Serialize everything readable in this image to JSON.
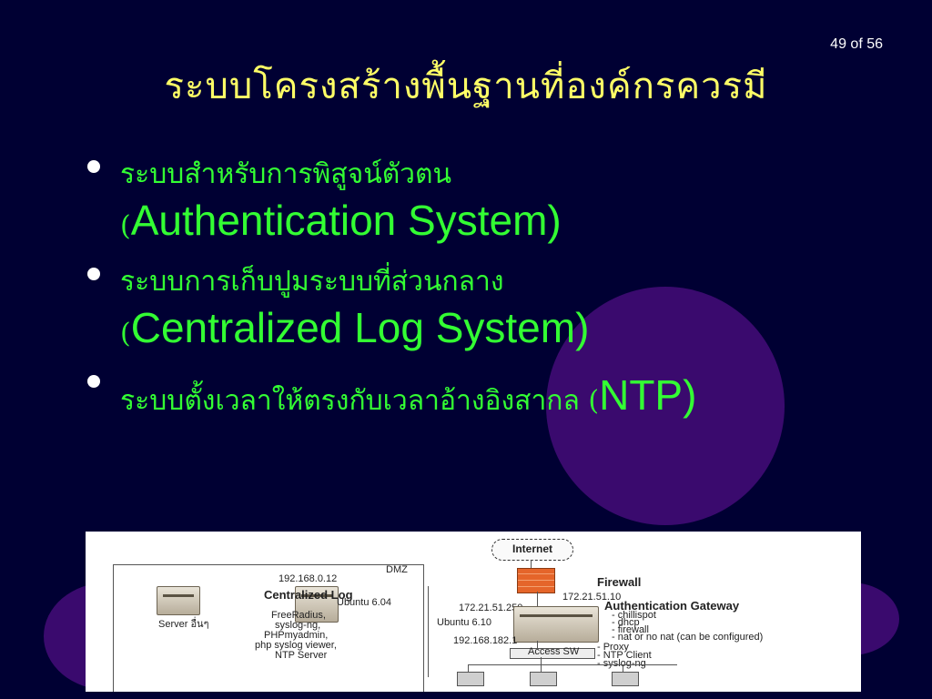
{
  "page_number": "49 of 56",
  "title": "ระบบโครงสร้างพื้นฐานที่องค์กรควรมี",
  "bullets": [
    {
      "thai": "ระบบสำหรับการพิสูจน์ตัวตน",
      "paren": "(",
      "english": "Authentication System)"
    },
    {
      "thai": "ระบบการเก็บปูมระบบที่ส่วนกลาง",
      "paren": "(",
      "english": "Centralized Log System)"
    },
    {
      "thai": "ระบบตั้งเวลาให้ตรงกับเวลาอ้างอิงสากล",
      "paren": " (",
      "english": "NTP)"
    }
  ],
  "diagram": {
    "internet": "Internet",
    "firewall": "Firewall",
    "dmz": "DMZ",
    "ip_log_server": "192.168.0.12",
    "centralized_log": "Centralized Log",
    "ubuntu_log": "Ubuntu 6.04",
    "log_services": [
      "FreeRadius,",
      "syslog-ng,",
      "PHPmyadmin,",
      "php syslog viewer,",
      "NTP Server"
    ],
    "server_left_label": "Server อื่นๆ",
    "ip_firewall_outer": "172.21.51.10",
    "ip_gw_outer": "172.21.51.250",
    "auth_gateway": "Authentication Gateway",
    "ubuntu_gw": "Ubuntu 6.10",
    "ip_gw_inner": "192.168.182.1",
    "gw_services": [
      "- chillispot",
      "- dhcp",
      "- firewall",
      "- nat or no nat (can be configured)",
      "- Proxy",
      "- NTP Client",
      "- syslog-ng"
    ],
    "access_sw": "Access SW"
  },
  "colors": {
    "background": "#000033",
    "title": "#ffff66",
    "bullet_text": "#33ff33",
    "decoration": "#3a0a6e"
  }
}
